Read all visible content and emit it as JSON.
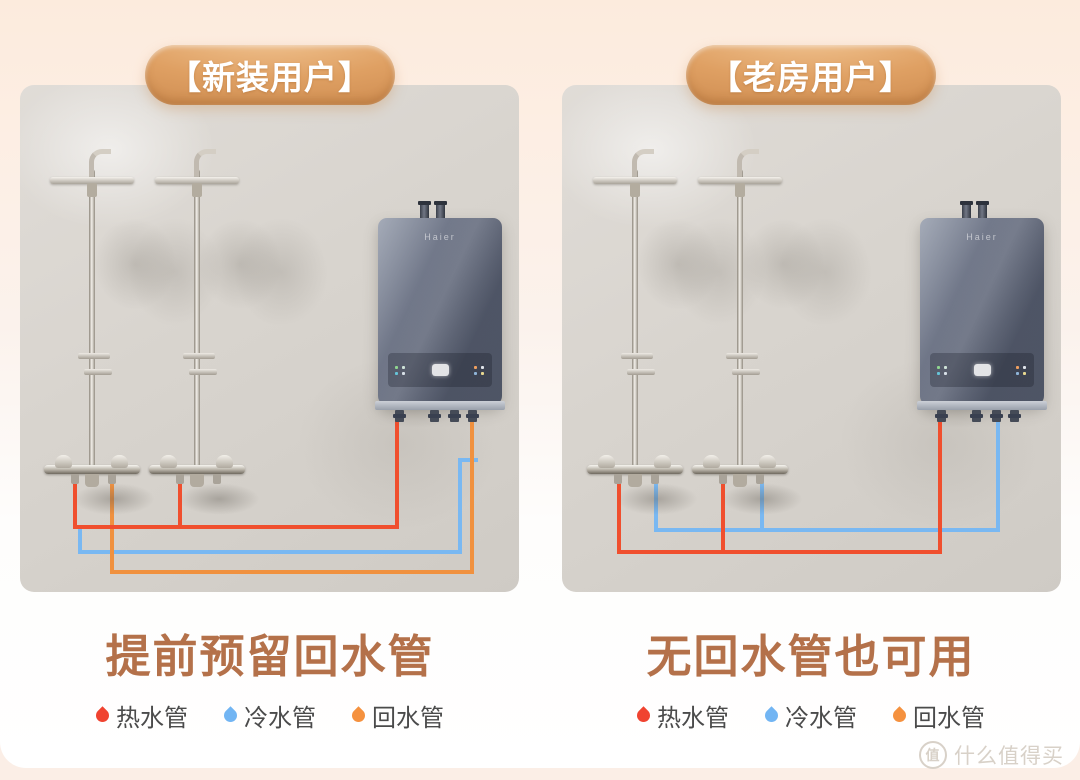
{
  "panels": [
    {
      "badge": "【新装用户】",
      "caption": "提前预留回水管",
      "legend": [
        {
          "label": "热水管",
          "color": "#f04330"
        },
        {
          "label": "冷水管",
          "color": "#72b5f3"
        },
        {
          "label": "回水管",
          "color": "#f5913e"
        }
      ]
    },
    {
      "badge": "【老房用户】",
      "caption": "无回水管也可用",
      "legend": [
        {
          "label": "热水管",
          "color": "#f04330"
        },
        {
          "label": "冷水管",
          "color": "#72b5f3"
        },
        {
          "label": "回水管",
          "color": "#f5913e"
        }
      ]
    }
  ],
  "heater": {
    "brand": "Haier"
  },
  "watermark": {
    "badge_char": "值",
    "text": "什么值得买"
  },
  "colors": {
    "hot_pipe": "#f04f2e",
    "cold_pipe": "#79b8f2",
    "return_pipe": "#f0913f",
    "caption_text": "#b4714a",
    "badge_gold": "#dfa063",
    "page_background": "#fbeee6"
  }
}
